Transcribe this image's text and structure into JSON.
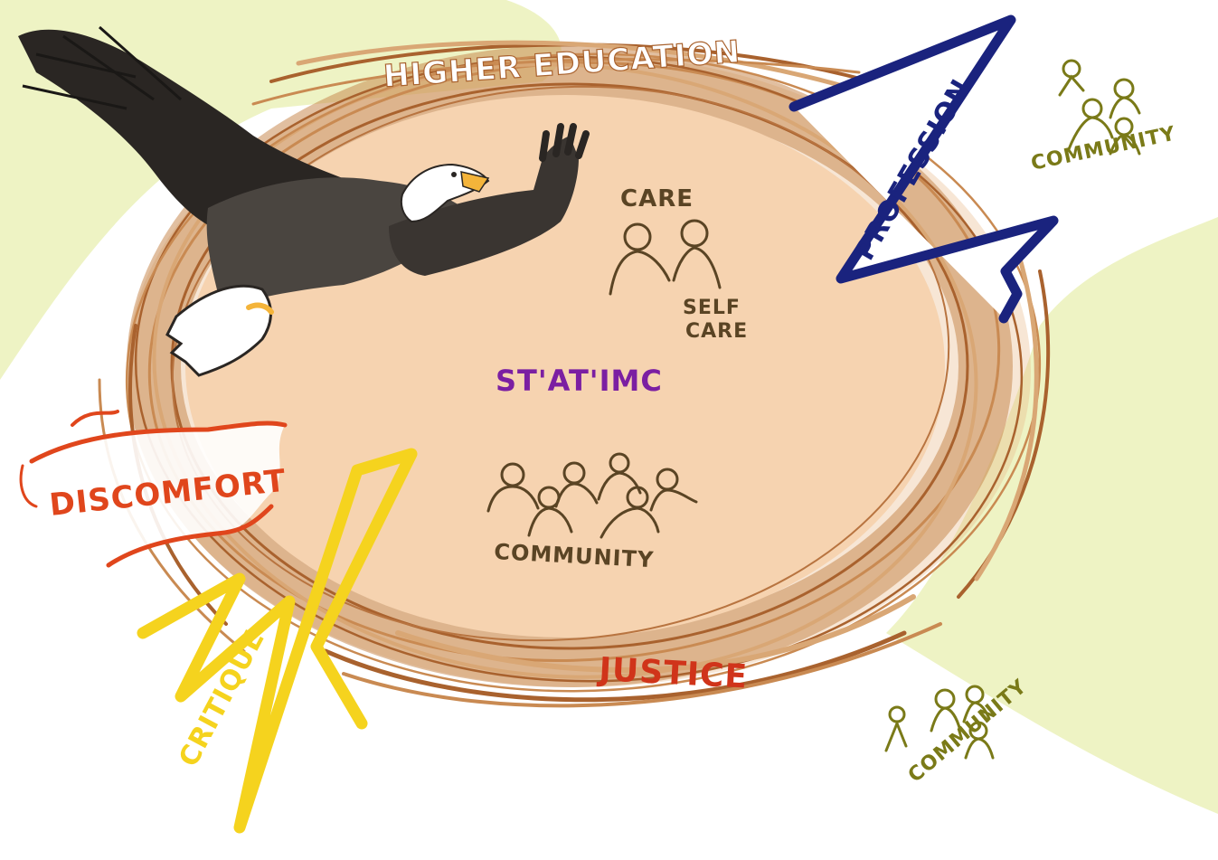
{
  "labels": {
    "higher_education": "HIGHER EDUCATION",
    "profession": "PROFESSION",
    "community_top_right": "COMMUNITY",
    "care": "CARE",
    "self_care_line1": "SELF",
    "self_care_line2": "CARE",
    "center": "ST'AT'IMC",
    "community_center": "COMMUNITY",
    "discomfort": "DISCOMFORT",
    "critique": "CRITIQUE",
    "justice": "JUSTICE",
    "community_bottom_right": "COMMUNITY"
  },
  "colors": {
    "background_wash": "#eef3c4",
    "nest_fill": "#f6d3b0",
    "nest_twig_dark": "#a9622e",
    "nest_twig_mid": "#c98a52",
    "nest_twig_light": "#d9a775",
    "profession_blue": "#1a237e",
    "community_olive": "#7a7a18",
    "people_brown": "#5a4424",
    "center_purple": "#7b1fa2",
    "discomfort_red": "#e0461c",
    "critique_yellow": "#f5d31e",
    "justice_red": "#d0341a",
    "eagle_body": "#4a4540",
    "eagle_wing": "#2a2623",
    "eagle_head": "#ffffff",
    "eagle_beak": "#f4b43a"
  }
}
